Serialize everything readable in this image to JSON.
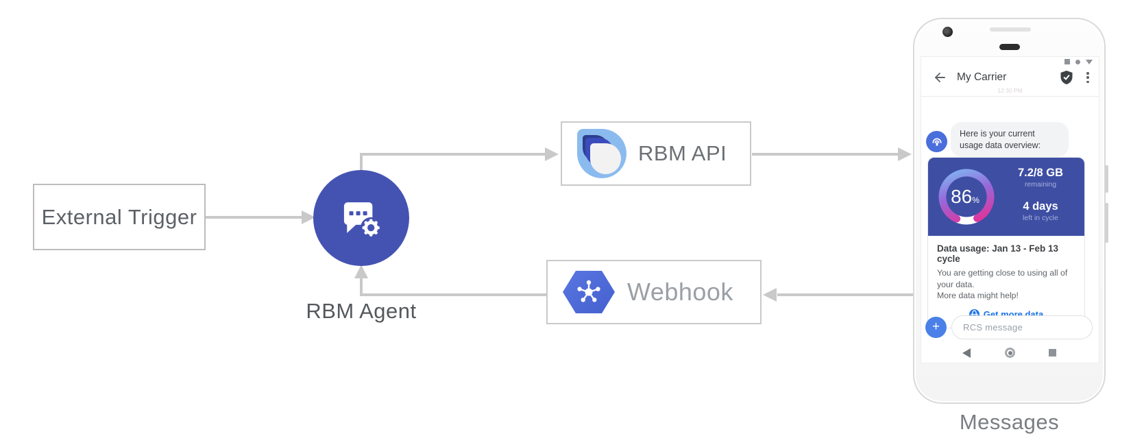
{
  "colors": {
    "agent_blue": "#4453b2",
    "card_blue": "#3e4ea3",
    "action_blue": "#1a73e8",
    "plus_blue": "#4a80e8",
    "avatar_blue": "#4a6edb",
    "hexagon_blue": "#4a66d6",
    "connector_gray": "#c9c9c9",
    "gauge_gradient": [
      "#7fb5f2",
      "#9767d9",
      "#ea2d92"
    ]
  },
  "diagram": {
    "external_trigger_label": "External Trigger",
    "rbm_agent_label": "RBM Agent",
    "rbm_api_label": "RBM API",
    "webhook_label": "Webhook",
    "phone_caption": "Messages"
  },
  "phone": {
    "header": {
      "title": "My Carrier",
      "timestamp": "12:30 PM"
    },
    "conversation": {
      "agent_message": "Here is your current usage data overview:",
      "usage_card": {
        "gauge": {
          "percent": 86,
          "percent_display": "86",
          "percent_unit": "%"
        },
        "remaining_value": "7.2/8 GB",
        "remaining_label": "remaining",
        "days_value": "4 days",
        "days_label": "left in cycle",
        "title": "Data usage: Jan 13 - Feb 13 cycle",
        "body": [
          "You are getting close to using all of your data.",
          "More data might help!"
        ],
        "action_label": "Get more data"
      }
    },
    "compose": {
      "plus_label": "+",
      "placeholder": "RCS message"
    }
  }
}
